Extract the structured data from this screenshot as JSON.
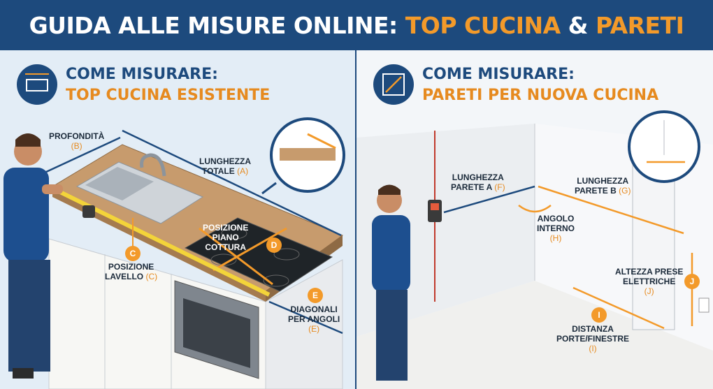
{
  "header": {
    "title_main": "GUIDA ALLE MISURE ONLINE:",
    "title_part1": "TOP CUCINA",
    "title_amp": "&",
    "title_part2": "PARETI"
  },
  "left_panel": {
    "title_line1": "COME MISURARE:",
    "title_line2": "TOP CUCINA ESISTENTE",
    "labels": {
      "profondita": {
        "text": "PROFONDITÀ",
        "code": "(B)"
      },
      "lunghezza": {
        "line1": "LUNGHEZZA",
        "line2": "TOTALE",
        "code": "(A)"
      },
      "posizione_piano": {
        "line1": "POSIZIONE",
        "line2": "PIANO",
        "line3": "COTTURA",
        "marker": "D"
      },
      "posizione_lavello": {
        "line1": "POSIZIONE",
        "line2": "LAVELLO",
        "code": "(C)",
        "marker": "C"
      },
      "diagonali": {
        "line1": "DIAGONALI",
        "line2": "PER ANGOLI",
        "code": "(E)",
        "marker": "E"
      }
    }
  },
  "right_panel": {
    "title_line1": "COME MISURARE:",
    "title_line2": "PARETI PER NUOVA CUCINA",
    "labels": {
      "parete_a": {
        "line1": "LUNGHEZZA",
        "line2": "PARETE A",
        "code": "(F)"
      },
      "parete_b": {
        "line1": "LUNGHEZZA",
        "line2": "PARETE B",
        "code": "(G)"
      },
      "angolo": {
        "line1": "ANGOLO",
        "line2": "INTERNO",
        "code": "(H)"
      },
      "altezza": {
        "line1": "ALTEZZA PRESE",
        "line2": "ELETTRICHE",
        "code": "(J)",
        "marker": "J"
      },
      "distanza": {
        "line1": "DISTANZA",
        "line2": "PORTE/FINESTRE",
        "code": "(I)",
        "marker": "I"
      }
    }
  },
  "colors": {
    "navy": "#1d4a7d",
    "orange": "#f39a2a",
    "counter": "#c79b6d"
  }
}
